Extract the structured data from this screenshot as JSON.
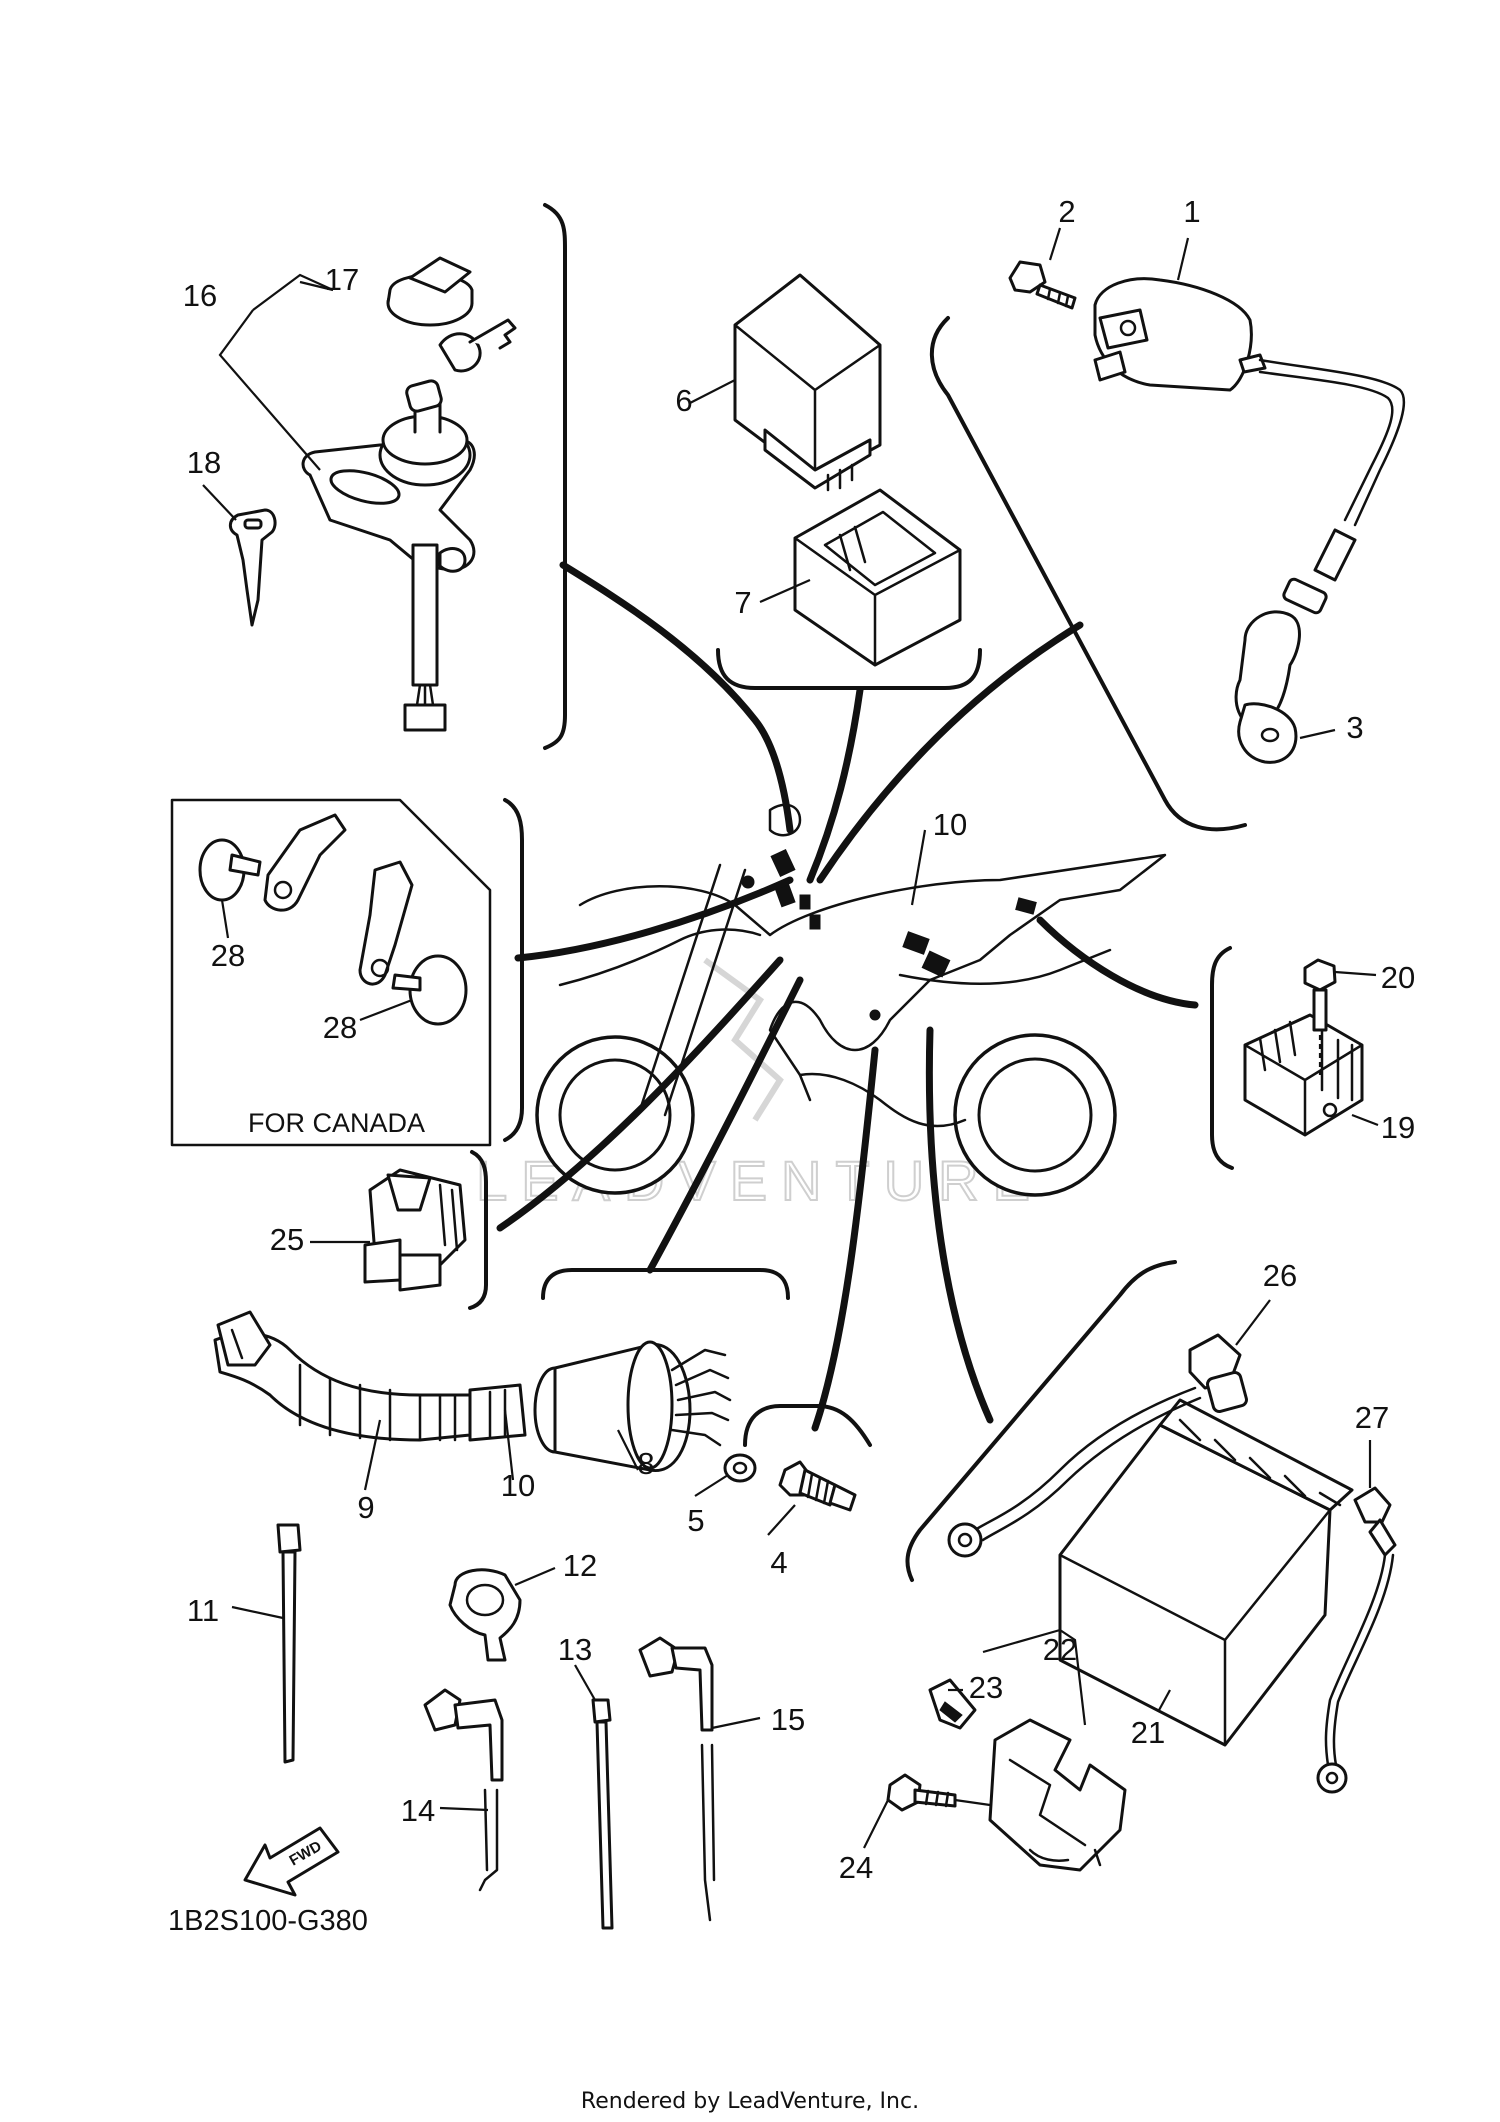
{
  "diagram": {
    "reference_code": "1B2S100-G380",
    "canada_box_label": "FOR CANADA",
    "watermark": "LEADVENTURE",
    "footer": "Rendered by LeadVenture, Inc.",
    "fwd_icon": "FWD",
    "callouts": [
      "1",
      "2",
      "3",
      "4",
      "5",
      "6",
      "7",
      "8",
      "9",
      "10",
      "10",
      "11",
      "12",
      "13",
      "14",
      "15",
      "16",
      "17",
      "18",
      "19",
      "20",
      "21",
      "22",
      "23",
      "24",
      "25",
      "26",
      "27",
      "28",
      "28"
    ]
  }
}
